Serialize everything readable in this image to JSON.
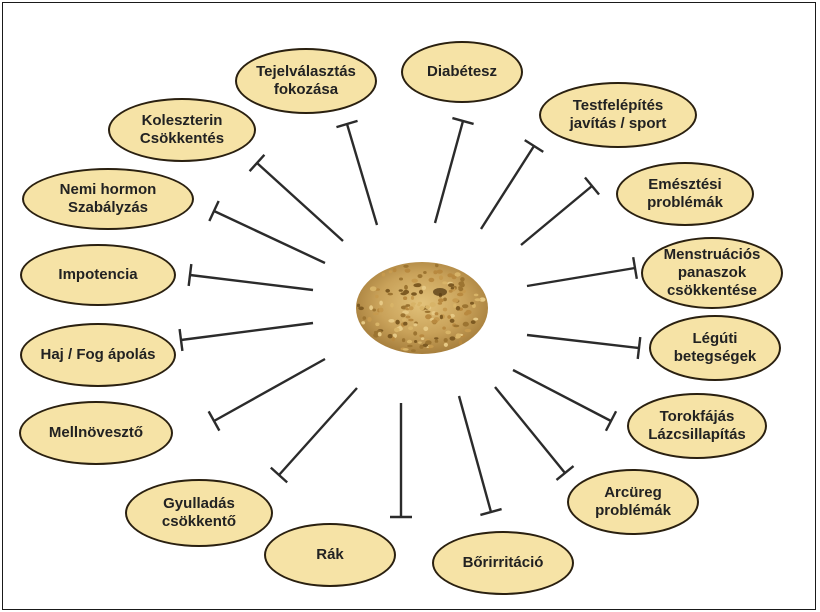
{
  "colors": {
    "oval_fill": "#f6e3a6",
    "oval_border": "#2a2010",
    "connector": "#2b2b2b",
    "seed": "#c9a25a"
  },
  "center": {
    "name": "seed-pile",
    "icon": "fenugreek-seed-pile-image"
  },
  "nodes": [
    {
      "id": "tejelvalasztas",
      "label": "Tejelválasztás\nfokozása"
    },
    {
      "id": "diabetesz",
      "label": "Diabétesz"
    },
    {
      "id": "testfelepites",
      "label": "Testfelépítés\njavítás / sport"
    },
    {
      "id": "emesztesi",
      "label": "Emésztési\nproblémák"
    },
    {
      "id": "menstruacios",
      "label": "Menstruációs\npanaszok\ncsökkentése"
    },
    {
      "id": "leguti",
      "label": "Légúti\nbetegségek"
    },
    {
      "id": "torokfajas",
      "label": "Torokfájás\nLázcsillapítás"
    },
    {
      "id": "arcureg",
      "label": "Arcüreg\nproblémák"
    },
    {
      "id": "borirritacio",
      "label": "Bőrirritáció"
    },
    {
      "id": "rak",
      "label": "Rák"
    },
    {
      "id": "gyulladas",
      "label": "Gyulladás\ncsökkentő"
    },
    {
      "id": "mellnoveszto",
      "label": "Mellnövesztő"
    },
    {
      "id": "haj-fog",
      "label": "Haj / Fog ápolás"
    },
    {
      "id": "impotencia",
      "label": "Impotencia"
    },
    {
      "id": "nemi-hormon",
      "label": "Nemi hormon\nSzabályzás"
    },
    {
      "id": "koleszterin",
      "label": "Koleszterin\nCsökkentés"
    }
  ]
}
